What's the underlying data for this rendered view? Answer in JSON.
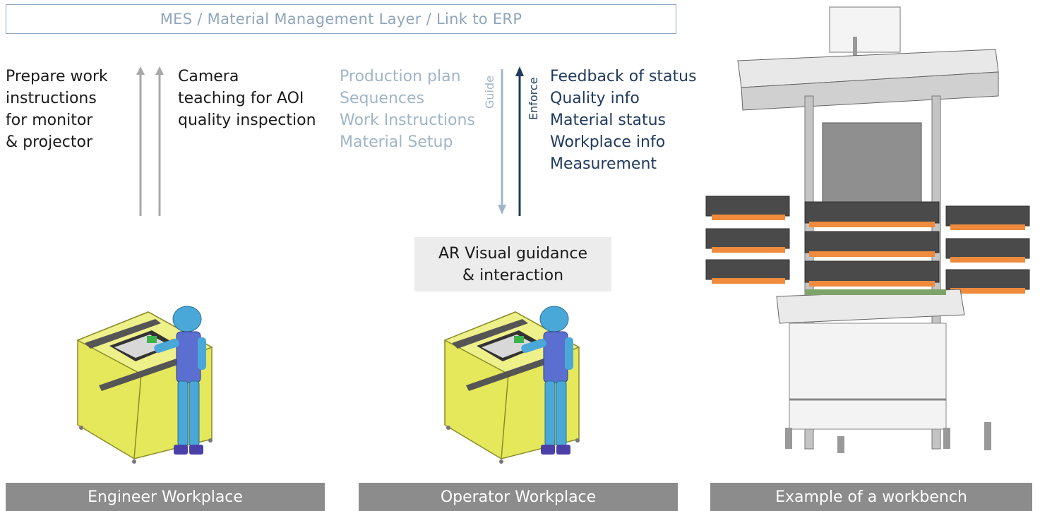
{
  "banner": "MES / Material Management Layer / Link to ERP",
  "engineer_text": [
    "Prepare work",
    "instructions",
    "for monitor",
    "& projector"
  ],
  "camera_text": [
    "Camera",
    "teaching for AOI",
    "quality inspection"
  ],
  "guide_items": [
    "Production plan",
    "Sequences",
    "Work Instructions",
    "Material Setup"
  ],
  "guide_label": "Guide",
  "enforce_label": "Enforce",
  "enforce_items": [
    "Feedback of status",
    "Quality info",
    "Material status",
    "Workplace info",
    "Measurement"
  ],
  "ar_box": [
    "AR Visual guidance",
    "& interaction"
  ],
  "captions": {
    "engineer": "Engineer Workplace",
    "operator": "Operator Workplace",
    "workbench": "Example of a workbench"
  },
  "colors": {
    "light_blue": "#a0b5c8",
    "navy": "#1f3a5f",
    "gray_arrow": "#a8a8a8",
    "caption_bg": "#8c8c8c",
    "machine_yellow": "#e4e85a",
    "worker_blue": "#4aa8d8"
  }
}
